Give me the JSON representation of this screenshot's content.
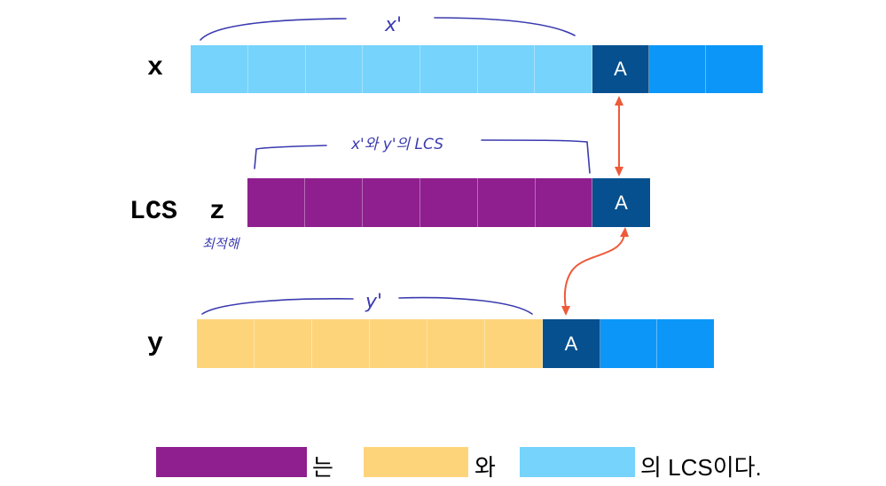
{
  "rows": {
    "x": {
      "label": "x",
      "cells": [
        "",
        "",
        "",
        "",
        "",
        "",
        "",
        "A",
        "",
        ""
      ]
    },
    "z": {
      "label": "LCS  z",
      "cells": [
        "",
        "",
        "",
        "",
        "",
        "",
        "A"
      ]
    },
    "y": {
      "label": "y",
      "cells": [
        "",
        "",
        "",
        "",
        "",
        "",
        "A",
        "",
        ""
      ]
    }
  },
  "annotations": {
    "x_prime": "x'",
    "lcs_of": "x'와 y'의 LCS",
    "optimal": "최적해",
    "y_prime": "y'"
  },
  "legend": {
    "text1": "는",
    "text2": "와",
    "text3": "의 LCS이다."
  },
  "colors": {
    "light_blue": "#76d3fc",
    "mid_blue": "#0c97f8",
    "dark_blue": "#06508f",
    "purple": "#8f1f8f",
    "yellow": "#fed47b",
    "arrow": "#ee5a3a",
    "handwriting": "#3b3bb0"
  }
}
